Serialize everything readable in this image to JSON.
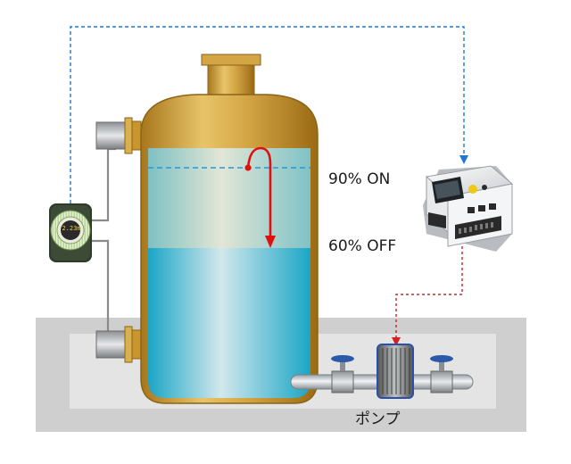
{
  "labels": {
    "level_on": "90% ON",
    "level_off": "60% OFF",
    "pump": "ポンプ",
    "transmitter_display": "2.23m"
  },
  "colors": {
    "tank_body": "#c9952e",
    "tank_highlight": "#e8c469",
    "liquid_upper": "#b9d8d2",
    "liquid_lower": "#3bb6cf",
    "signal_line": "#1f77d0",
    "control_line": "#d42020",
    "arrow": "#e01010",
    "pit": "#d6d6d6",
    "pipe": "#c8ccd0"
  },
  "icons": {
    "level_transmitter": "level-transmitter-icon",
    "controller": "controller-unit-icon",
    "pump": "pump-icon",
    "valve": "valve-icon"
  }
}
